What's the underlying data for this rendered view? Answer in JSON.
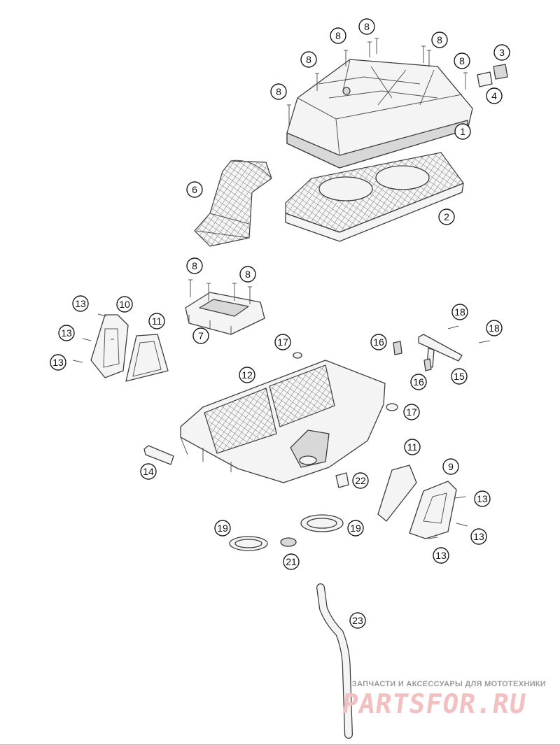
{
  "diagram": {
    "callouts": [
      "1",
      "2",
      "3",
      "4",
      "6",
      "7",
      "8",
      "9",
      "10",
      "11",
      "12",
      "13",
      "14",
      "15",
      "16",
      "17",
      "18",
      "19",
      "21",
      "22",
      "23"
    ]
  },
  "watermark": {
    "tagline": "ЗАПЧАСТИ И АКСЕССУАРЫ ДЛЯ МОТОТЕХНИКИ",
    "logo": "PARTSFOR.RU",
    "color": "#f2c0c0"
  }
}
